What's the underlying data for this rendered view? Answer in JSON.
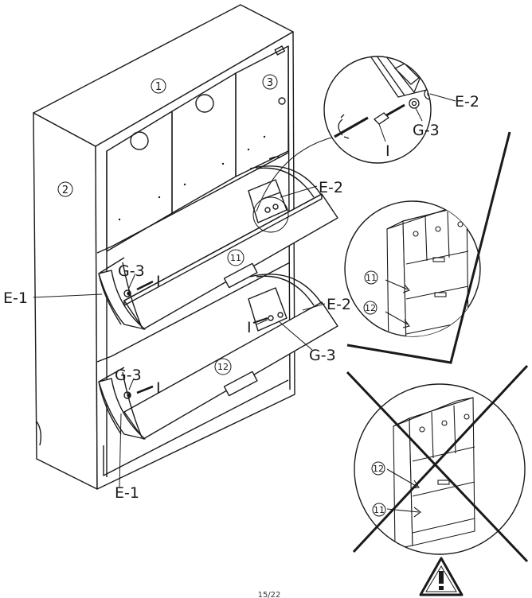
{
  "page_footer": "15/22",
  "callouts": {
    "panel_top": "1",
    "panel_side": "2",
    "panel_right": "3",
    "flap_upper": "11",
    "flap_lower": "12"
  },
  "labels": {
    "e1_left": "E-1",
    "e1_bottom": "E-1",
    "e2_upper": "E-2",
    "e2_lower": "E-2",
    "e2_zoom": "E-2",
    "g3_upper": "G-3",
    "g3_lower_left": "G-3",
    "g3_lower_right": "G-3",
    "g3_zoom": "G-3",
    "i_upper": "I",
    "i_middle": "I",
    "i_lower": "I",
    "i_zoom": "I"
  },
  "correct_view": {
    "top_flap": "11",
    "bottom_flap": "12"
  },
  "wrong_view": {
    "top_flap": "12",
    "bottom_flap": "11"
  },
  "warning_icon": "warning-triangle-icon"
}
